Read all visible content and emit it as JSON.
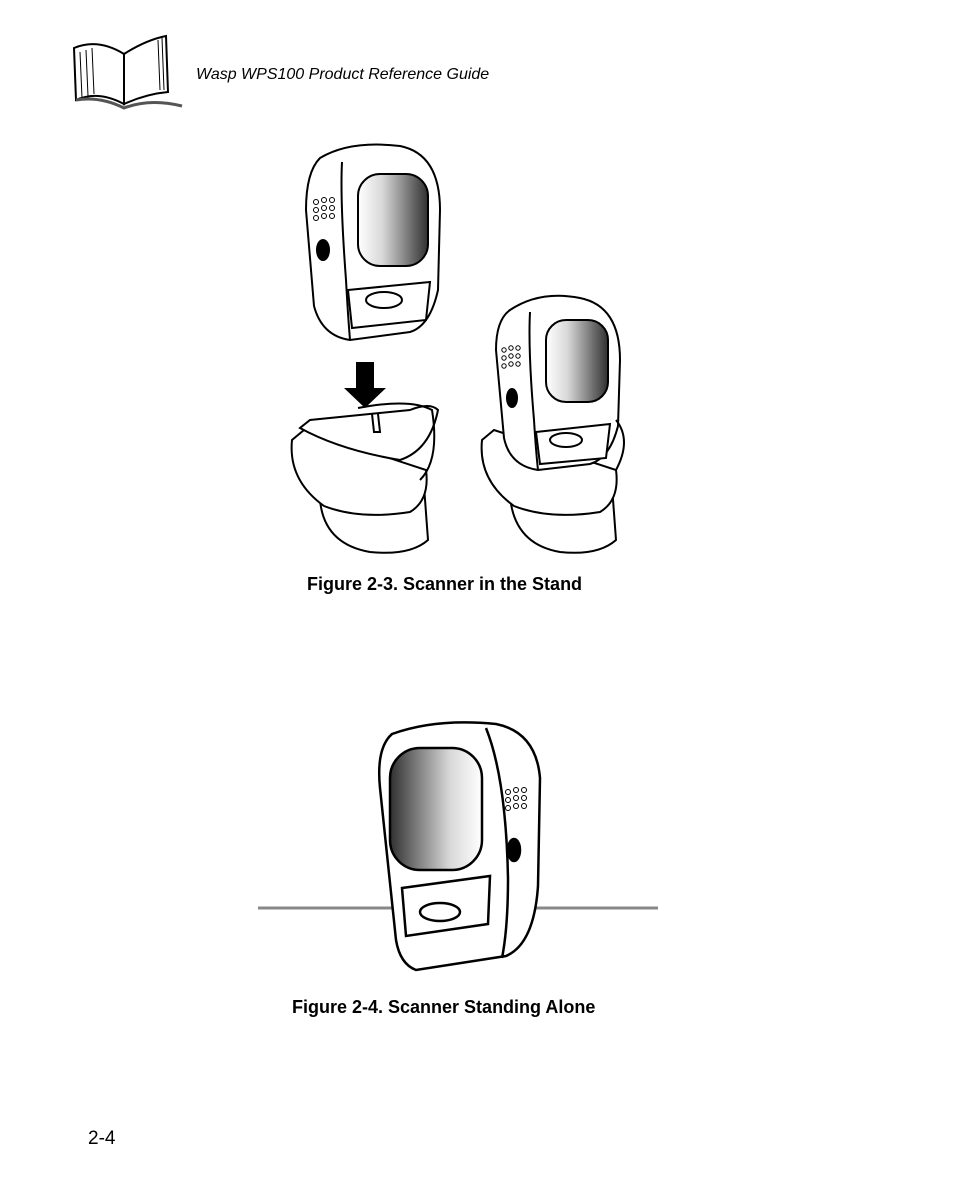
{
  "header": {
    "title": "Wasp WPS100 Product Reference Guide",
    "icon": "open-book-icon"
  },
  "figures": [
    {
      "caption": "Figure 2-3.  Scanner in the Stand"
    },
    {
      "caption": "Figure 2-4.  Scanner Standing Alone"
    }
  ],
  "footer": {
    "page_number": "2-4"
  }
}
